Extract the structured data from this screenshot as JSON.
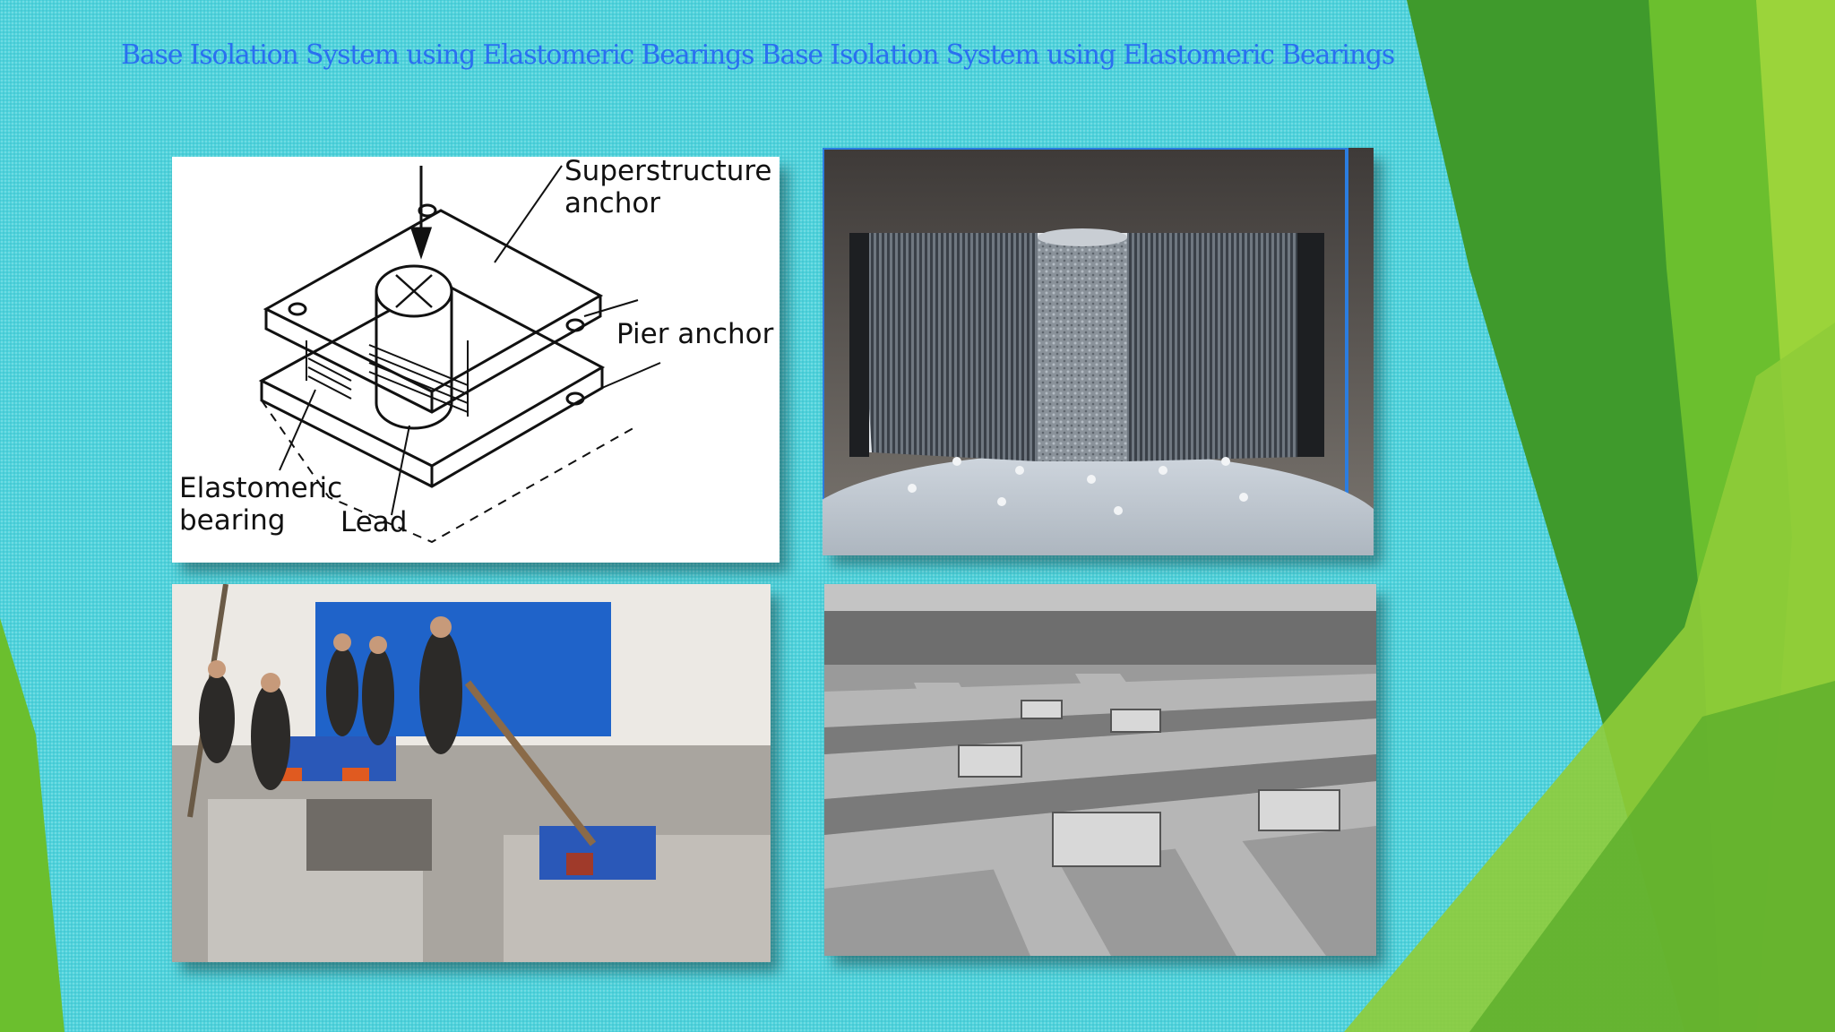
{
  "slide": {
    "title": "Base Isolation System using Elastomeric Bearings Base Isolation System using Elastomeric Bearings"
  },
  "diagram": {
    "labels": {
      "superstructure_anchor": "Superstructure\nanchor",
      "pier_anchor": "Pier anchor",
      "elastomeric_bearing": "Elastomeric\nbearing",
      "lead": "Lead"
    }
  },
  "colors": {
    "background": "#4fd3dc",
    "title": "#2a6ff0",
    "green_dark": "#3f9a2c",
    "green_mid": "#6bbf2e",
    "green_light": "#9bd43a"
  }
}
